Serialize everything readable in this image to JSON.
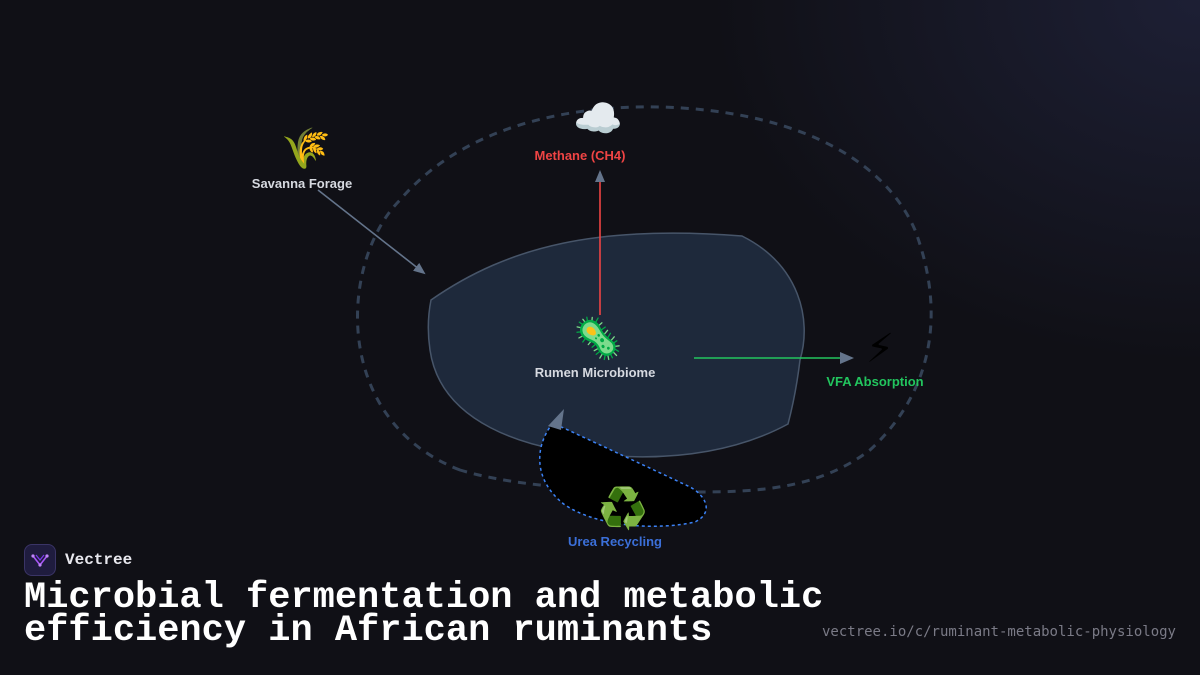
{
  "diagram": {
    "nodes": {
      "forage": {
        "label": "Savanna Forage",
        "icon": "🌾",
        "icon_name": "wheat-icon",
        "color": "#d6d9e0"
      },
      "methane": {
        "label": "Methane (CH4)",
        "icon": "☁️",
        "icon_name": "cloud-icon",
        "color": "#ef4444"
      },
      "rumen": {
        "label": "Rumen Microbiome",
        "icon": "🦠",
        "icon_name": "microbe-icon",
        "color": "#d6d9e0"
      },
      "vfa": {
        "label": "VFA Absorption",
        "icon": "⚡",
        "icon_name": "lightning-icon",
        "color": "#22c55e"
      },
      "urea": {
        "label": "Urea Recycling",
        "icon": "♻️",
        "icon_name": "recycle-icon",
        "color": "#3b6fd8"
      }
    },
    "colors": {
      "rumen_fill": "#1e293b",
      "rumen_stroke": "#475569",
      "cycle_stroke": "#334155",
      "arrow_forage": "#64748b",
      "arrow_methane": "#ef4444",
      "arrow_vfa": "#22c55e",
      "urea_outline": "#3b82f6"
    }
  },
  "footer": {
    "brand": "Vectree",
    "title": "Microbial fermentation and metabolic\nefficiency in African ruminants",
    "url": "vectree.io/c/ruminant-metabolic-physiology"
  }
}
